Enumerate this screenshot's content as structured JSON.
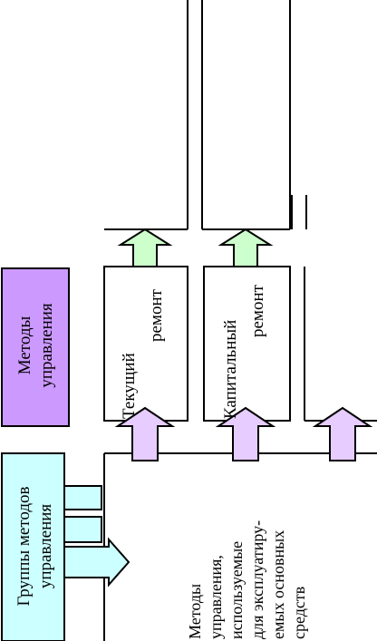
{
  "blocks": {
    "groups": {
      "lines": [
        "Группы методов",
        "управления"
      ]
    },
    "methods": {
      "lines": [
        "Методы",
        "управления"
      ]
    },
    "used_methods": {
      "lines": [
        "Методы",
        "управления,",
        "используемые",
        "для эксплуатиру-",
        "емых основных",
        "средств"
      ]
    },
    "current_repair": {
      "lines": [
        "Текущий",
        "ремонт"
      ]
    },
    "capital_repair": {
      "lines": [
        "Капитальный",
        "ремонт"
      ]
    }
  },
  "colors": {
    "groups_fill": "#ccffff",
    "methods_fill": "#cc99ff",
    "arrow_green": "#ccffcc",
    "arrow_purple": "#e6ccff",
    "arrow_cyan": "#ccffff",
    "line": "#000000"
  }
}
